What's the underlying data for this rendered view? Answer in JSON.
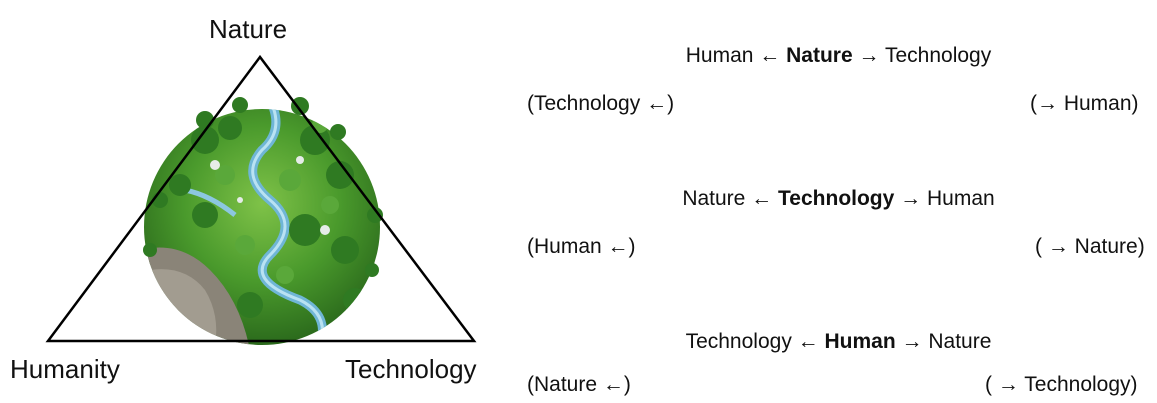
{
  "triangle": {
    "top_label": "Nature",
    "left_label": "Humanity",
    "right_label": "Technology"
  },
  "relations": [
    {
      "left": "Human ←",
      "center": "Nature",
      "right": "→ Technology",
      "sub_left": "(Technology ←)",
      "sub_right": "(→  Human)"
    },
    {
      "left": "Nature ←",
      "center": "Technology",
      "right": "→ Human",
      "sub_left": "(Human ←)",
      "sub_right": "( → Nature)"
    },
    {
      "left": "Technology ←",
      "center": "Human",
      "right": "→ Nature",
      "sub_left": "(Nature ←)",
      "sub_right": "( → Technology)"
    }
  ]
}
